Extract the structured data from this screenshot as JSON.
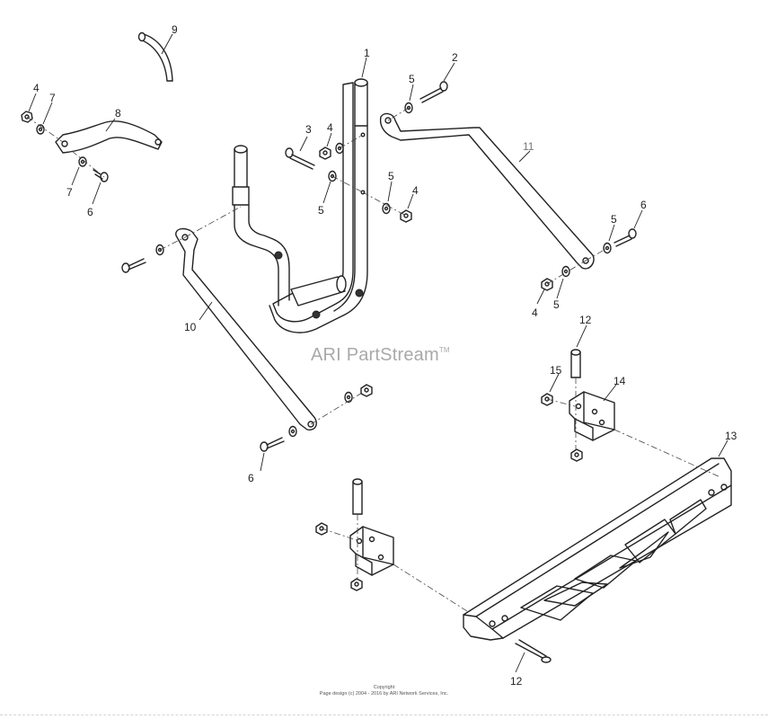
{
  "watermark": {
    "text": "ARI PartStream",
    "mark": "TM"
  },
  "copyright": {
    "heading": "Copyright",
    "line": "Page design (c) 2004 - 2016 by ARI Network Services, Inc."
  },
  "callouts": {
    "c1": "1",
    "c2": "2",
    "c3": "3",
    "c4a": "4",
    "c4b": "4",
    "c4c": "4",
    "c4d": "4",
    "c5a": "5",
    "c5b": "5",
    "c5c": "5",
    "c5d": "5",
    "c5e": "5",
    "c6a": "6",
    "c6b": "6",
    "c6c": "6",
    "c7a": "7",
    "c7b": "7",
    "c8": "8",
    "c9": "9",
    "c10": "10",
    "c11": "11",
    "c12a": "12",
    "c12b": "12",
    "c13": "13",
    "c14": "14",
    "c15": "15"
  }
}
